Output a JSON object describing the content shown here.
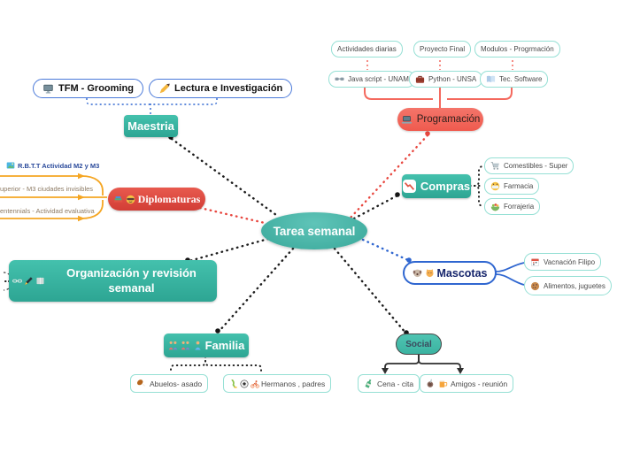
{
  "colors": {
    "teal": "#35b3a0",
    "red": "#e8473f",
    "salmon": "#f4695e",
    "blue": "#2f66d0",
    "orange": "#f5a623",
    "dotted_line": "#222222"
  },
  "center": {
    "label": "Tarea semanal"
  },
  "maestria": {
    "label": "Maestria",
    "children": [
      {
        "icon": "monitor-icon",
        "label": "TFM - Grooming"
      },
      {
        "icon": "writing-hand-icon",
        "label": "Lectura e Investigación"
      }
    ]
  },
  "programacion": {
    "label": "Programación",
    "icon": "laptop-icon",
    "groups": [
      {
        "top": "Actividades diarias",
        "icon": "glasses-icon",
        "item": "Java script - UNAM"
      },
      {
        "top": "Proyecto Final",
        "icon": "briefcase-icon",
        "item": "Python - UNSA"
      },
      {
        "top": "Modulos - Progrmación",
        "icon": "open-book-icon",
        "item": "Tec. Software"
      }
    ]
  },
  "diplomaturas": {
    "label": "Diplomaturas",
    "icons": [
      "books-icon",
      "nerd-face-icon"
    ],
    "branches": [
      {
        "icon": "picture-icon",
        "label": "R.B.T.T Actividad M2 y M3"
      },
      {
        "label": "uperior - M3 ciudades invisibles"
      },
      {
        "label": "entennials - Actividad evaluativa"
      }
    ]
  },
  "compras": {
    "label": "Compras",
    "icon": "chart-down-icon",
    "children": [
      {
        "icon": "cart-icon",
        "label": "Comestibles - Super"
      },
      {
        "icon": "mask-face-icon",
        "label": "Farmacia"
      },
      {
        "icon": "salad-icon",
        "label": "Forrajeria"
      }
    ]
  },
  "mascotas": {
    "label": "Mascotas",
    "icons": [
      "dog-icon",
      "cat-icon"
    ],
    "children": [
      {
        "icon": "calendar-icon",
        "label": "Vacnación Filipo"
      },
      {
        "icon": "cookie-icon",
        "label": "Alimentos, juguetes"
      }
    ]
  },
  "organizacion": {
    "label": "Organización y revisión semanal",
    "icons": [
      "link-icon",
      "pen-icon",
      "book-icon"
    ]
  },
  "familia": {
    "label": "Familia",
    "icons": [
      "family-icon",
      "family-icon",
      "person-icon"
    ],
    "children": [
      {
        "icons": [
          "chicken-leg-icon"
        ],
        "label": "Abuelos- asado"
      },
      {
        "icons": [
          "leg-icon",
          "soccer-icon",
          "cyclist-icon"
        ],
        "label": "Hermanos , padres"
      }
    ]
  },
  "social": {
    "label": "Social",
    "children": [
      {
        "icons": [
          "bottle-icon"
        ],
        "label": "Cena - cita"
      },
      {
        "icons": [
          "mate-icon",
          "beer-icon"
        ],
        "label": "Amigos - reunión"
      }
    ]
  }
}
